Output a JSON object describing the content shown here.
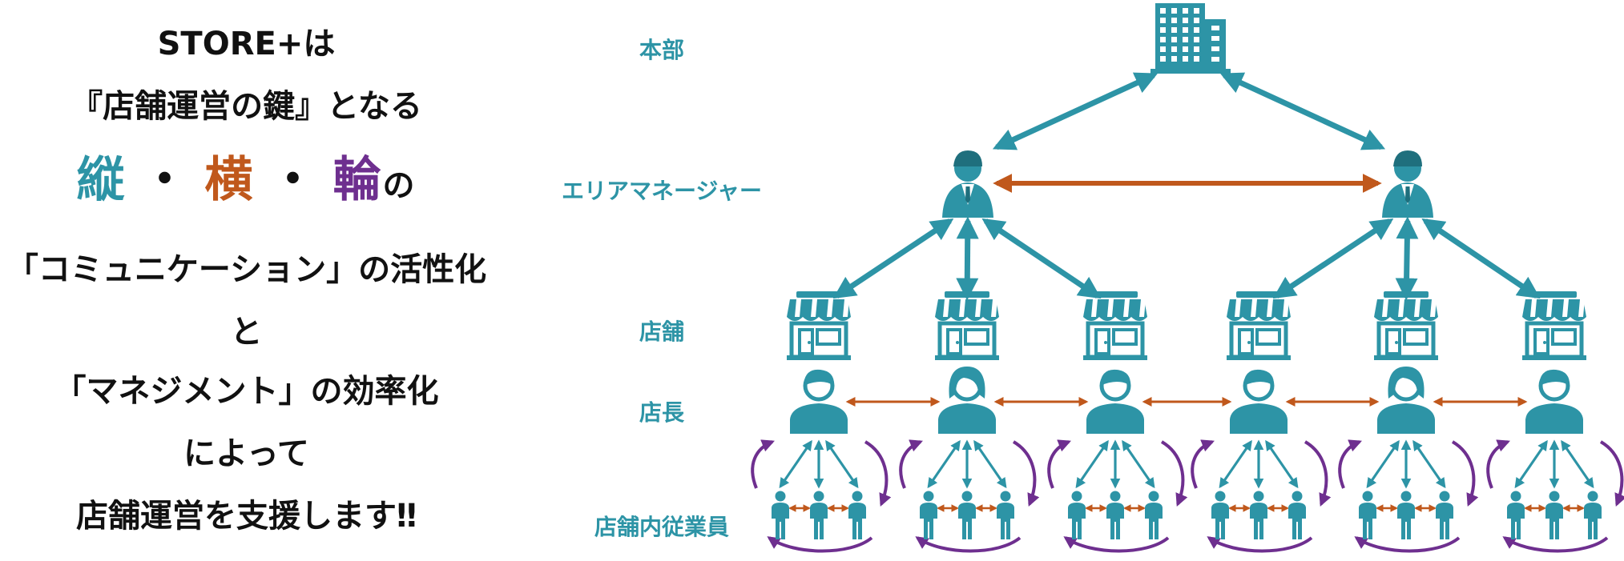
{
  "message": {
    "line1": "STORE+は",
    "line2": "『店舗運営の鍵』となる",
    "kanji_vertical": "縦",
    "kanji_horizontal": "横",
    "kanji_circle": "輪",
    "dot": "・",
    "kanji_suffix": "の",
    "line4": "「コミュニケーション」の活性化",
    "line5": "と",
    "line6": "「マネジメント」の効率化",
    "line7": "によって",
    "line8": "店舗運営を支援します‼"
  },
  "levels": {
    "headquarters": "本部",
    "area_manager": "エリアマネージャー",
    "store": "店舗",
    "store_manager": "店長",
    "staff": "店舗内従業員"
  },
  "colors": {
    "teal": "#2d94a6",
    "orange": "#c0581c",
    "purple": "#6e2f8f",
    "text": "#111111"
  },
  "icons": {
    "headquarters": "office-building-icon",
    "area_manager": "businessman-icon",
    "store": "storefront-icon",
    "store_manager": "person-icon",
    "staff": "staff-person-icon"
  },
  "structure": {
    "area_managers": 2,
    "stores_per_manager": 3,
    "staff_per_store": 3,
    "female_store_managers": [
      2,
      5
    ]
  }
}
